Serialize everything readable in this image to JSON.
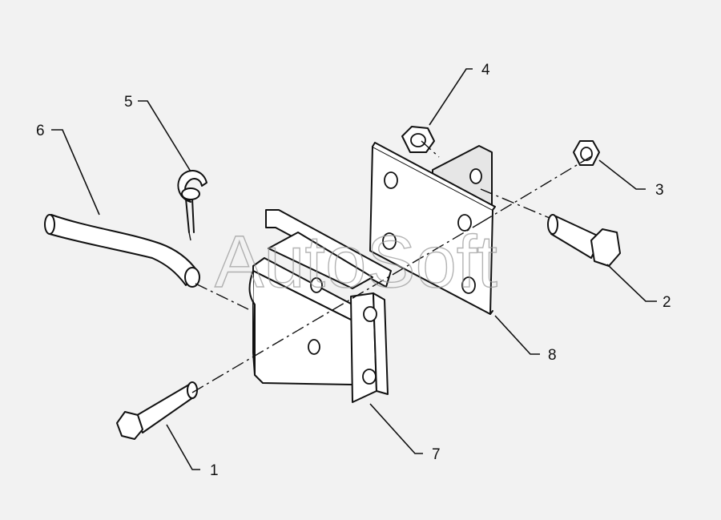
{
  "diagram": {
    "watermark": "AutoSoft",
    "callouts": [
      "1",
      "2",
      "3",
      "4",
      "5",
      "6",
      "7",
      "8"
    ]
  }
}
